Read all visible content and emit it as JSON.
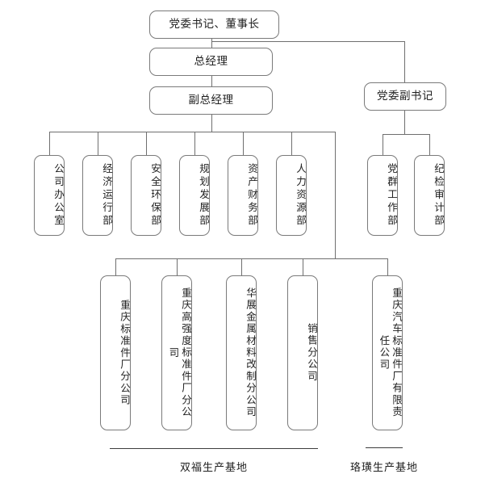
{
  "chart": {
    "title_text": "",
    "line_color": "#6f6f6f",
    "box_border_color": "#7a7a7a",
    "text_color": "#1f1f1f",
    "background": "#ffffff"
  },
  "top": {
    "chairman": "党委书记、董事长",
    "general_manager": "总经理",
    "deputy_general_manager": "副总经理",
    "deputy_party_secretary": "党委副书记"
  },
  "departments": [
    {
      "label": "公司办公室"
    },
    {
      "label": "经济运行部"
    },
    {
      "label": "安全环保部"
    },
    {
      "label": "规划发展部"
    },
    {
      "label": "资产财务部"
    },
    {
      "label": "人力资源部"
    }
  ],
  "party_departments": [
    {
      "label": "党群工作部"
    },
    {
      "label": "纪检审计部"
    }
  ],
  "subsidiaries": [
    {
      "label": "重庆标准件厂分公司"
    },
    {
      "label": "重庆高强度标准件厂分公司"
    },
    {
      "label": "华展金属材料改制分公司"
    },
    {
      "label": "销售分公司"
    },
    {
      "label": "重庆汽车标准件厂有限责任公司"
    }
  ],
  "bases": [
    {
      "label": "双福生产基地"
    },
    {
      "label": "珞璜生产基地"
    }
  ]
}
